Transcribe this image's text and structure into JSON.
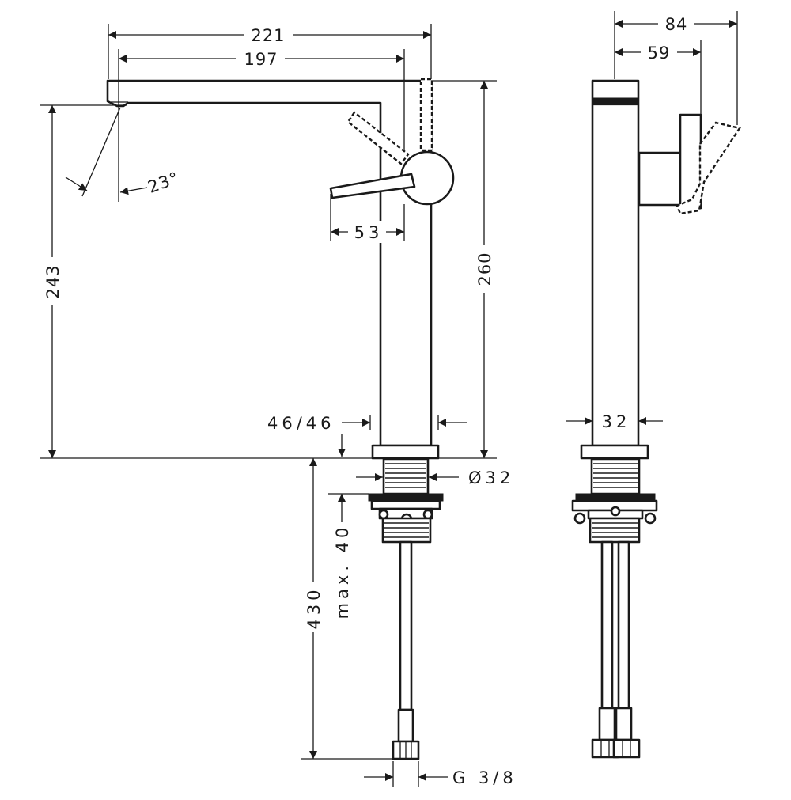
{
  "dimensions": {
    "spout_length_total": "221",
    "spout_length_outlet": "197",
    "spray_angle": "23°",
    "lever_length": "53",
    "spout_height": "243",
    "total_height": "260",
    "base_diameter": "46/46",
    "thread_diameter": "Ø32",
    "max_counter_thickness": "max. 40",
    "hose_length": "430",
    "hose_connection": "G 3/8",
    "side_depth_total": "84",
    "side_depth_handle": "59",
    "side_body_width": "32"
  },
  "colors": {
    "line": "#1a1a1a",
    "background": "#ffffff"
  }
}
